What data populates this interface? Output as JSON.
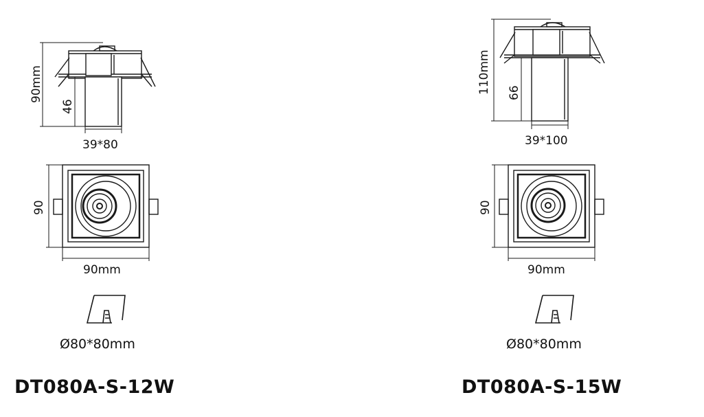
{
  "products": [
    {
      "model": "DT080A-S-12W",
      "side_height_total": "90mm",
      "side_height_cylinder": "46",
      "side_dimension": "39*80",
      "front_height": "90",
      "front_width": "90mm",
      "cutout": "Ø80*80mm"
    },
    {
      "model": "DT080A-S-15W",
      "side_height_total": "110mm",
      "side_height_cylinder": "66",
      "side_dimension": "39*100",
      "front_height": "90",
      "front_width": "90mm",
      "cutout": "Ø80*80mm"
    }
  ],
  "colors": {
    "line": "#1a1a1a",
    "background": "#ffffff"
  },
  "icons": [
    "cutout-icon"
  ]
}
